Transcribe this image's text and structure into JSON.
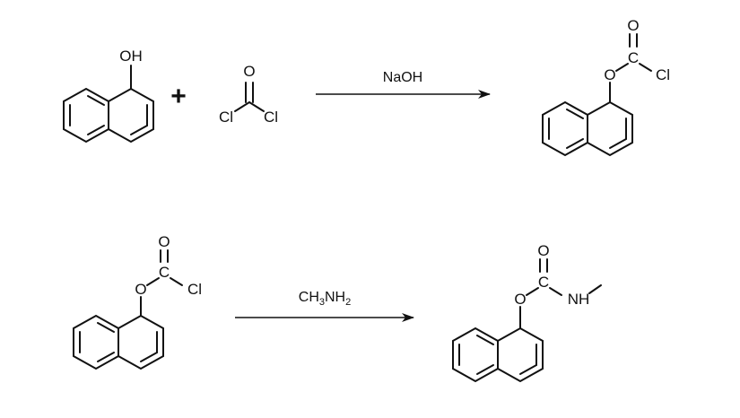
{
  "reaction_1": {
    "reactant_1": {
      "label": "OH"
    },
    "plus": "+",
    "reactant_2": {
      "carbonyl_o": "O",
      "cl_left": "Cl",
      "cl_right": "Cl"
    },
    "reagent": "NaOH",
    "product": {
      "ester_o": "O",
      "carbon": "C",
      "carbonyl_o": "O",
      "cl": "Cl"
    }
  },
  "reaction_2": {
    "reactant": {
      "ester_o": "O",
      "carbon": "C",
      "carbonyl_o": "O",
      "cl": "Cl"
    },
    "reagent": {
      "part1": "CH",
      "sub1": "3",
      "part2": "NH",
      "sub2": "2"
    },
    "product": {
      "ester_o": "O",
      "carbon": "C",
      "carbonyl_o": "O",
      "amine": "NH"
    }
  }
}
